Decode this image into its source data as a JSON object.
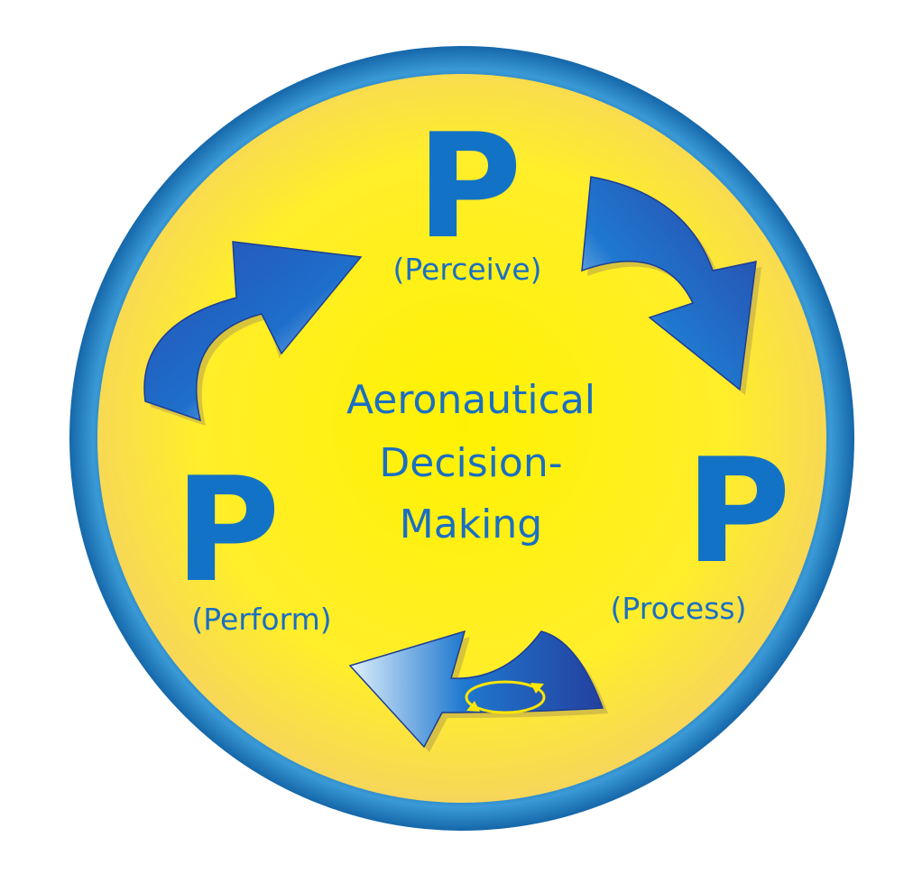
{
  "diagram": {
    "center_lines": [
      "Aeronautical",
      "Decision-",
      "Making"
    ],
    "steps": [
      {
        "letter": "P",
        "label": "(Perceive)"
      },
      {
        "letter": "P",
        "label": "(Process)"
      },
      {
        "letter": "P",
        "label": "(Perform)"
      }
    ],
    "icons": {
      "cycle_arrows": "curved-arrow-icon",
      "rotation": "rotate-icon"
    },
    "colors": {
      "ring": "#1b74b8",
      "fill_yellow": "#fdeb33",
      "text_blue": "#1a6fc2",
      "arrow_dark": "#1f3fa0",
      "arrow_light": "#8fc8f0"
    }
  }
}
